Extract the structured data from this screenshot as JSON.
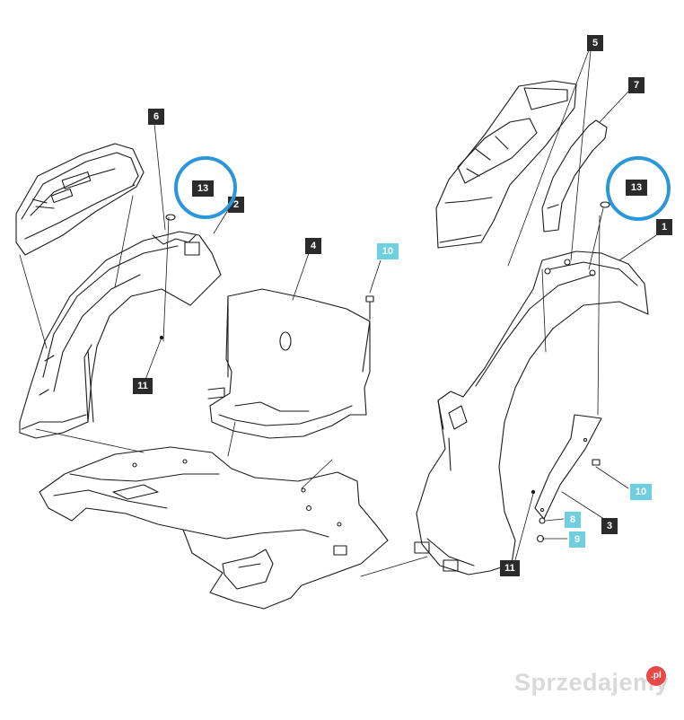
{
  "diagram": {
    "callouts": [
      {
        "id": "c1",
        "label": "1",
        "style": "dark"
      },
      {
        "id": "c2",
        "label": "2",
        "style": "dark"
      },
      {
        "id": "c3",
        "label": "3",
        "style": "dark"
      },
      {
        "id": "c4",
        "label": "4",
        "style": "dark"
      },
      {
        "id": "c5",
        "label": "5",
        "style": "dark"
      },
      {
        "id": "c6",
        "label": "6",
        "style": "dark"
      },
      {
        "id": "c7",
        "label": "7",
        "style": "dark"
      },
      {
        "id": "c8",
        "label": "8",
        "style": "cyan"
      },
      {
        "id": "c9",
        "label": "9",
        "style": "cyan"
      },
      {
        "id": "c10a",
        "label": "10",
        "style": "cyan"
      },
      {
        "id": "c10b",
        "label": "10",
        "style": "cyan"
      },
      {
        "id": "c11a",
        "label": "11",
        "style": "dark"
      },
      {
        "id": "c11b",
        "label": "11",
        "style": "dark"
      },
      {
        "id": "c13a",
        "label": "13",
        "style": "dark"
      },
      {
        "id": "c13b",
        "label": "13",
        "style": "dark"
      }
    ],
    "highlight_color": "#2b97d8",
    "callout_dark_color": "#2b2b2b",
    "callout_cyan_color": "#6fcfe0"
  },
  "watermark": {
    "text": "Sprzedajemy",
    "badge": ".pl"
  }
}
